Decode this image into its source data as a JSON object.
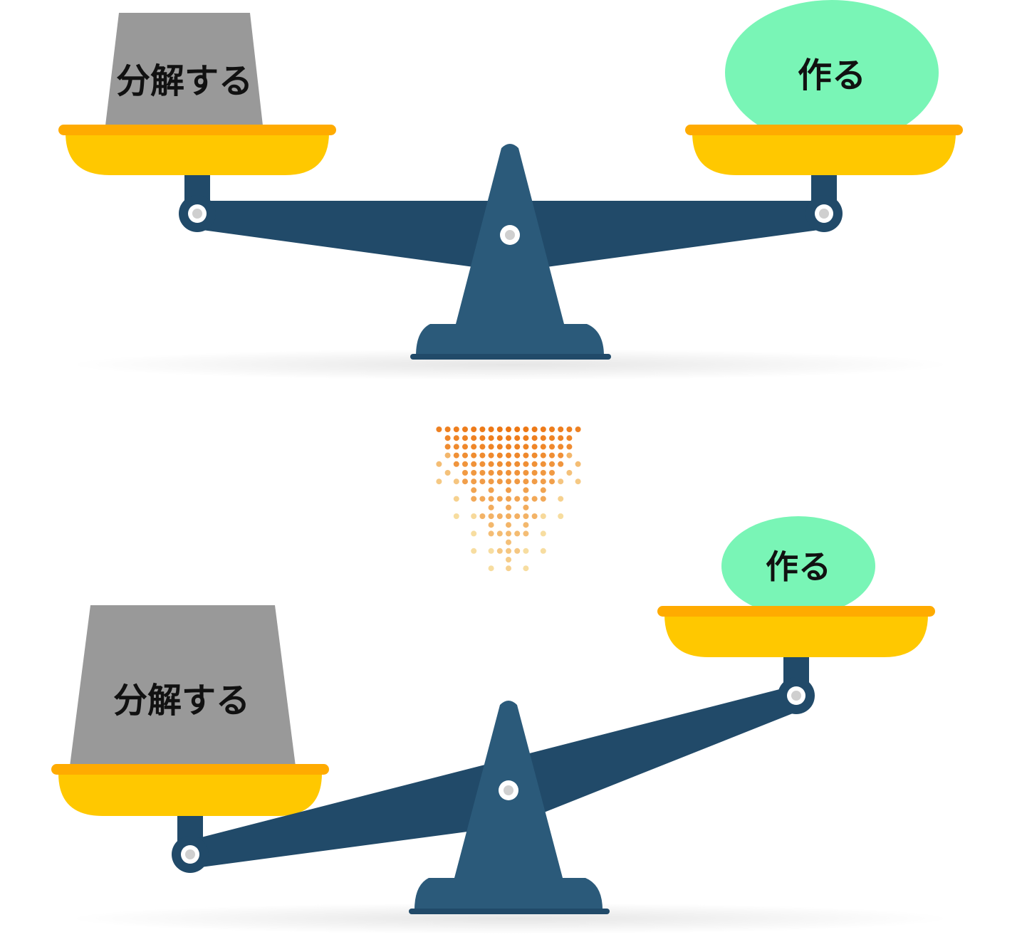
{
  "top_scale": {
    "left_label": "分解する",
    "right_label": "作る"
  },
  "bottom_scale": {
    "left_label": "分解する",
    "right_label": "作る"
  },
  "colors": {
    "beam": "#214a69",
    "stand": "#2b5a7a",
    "pan": "#ffc800",
    "pan_rim": "#ffab00",
    "block": "#999999",
    "bubble": "#79f5b6",
    "arrow_dark": "#ed7511",
    "arrow_light": "#f7dda0"
  }
}
